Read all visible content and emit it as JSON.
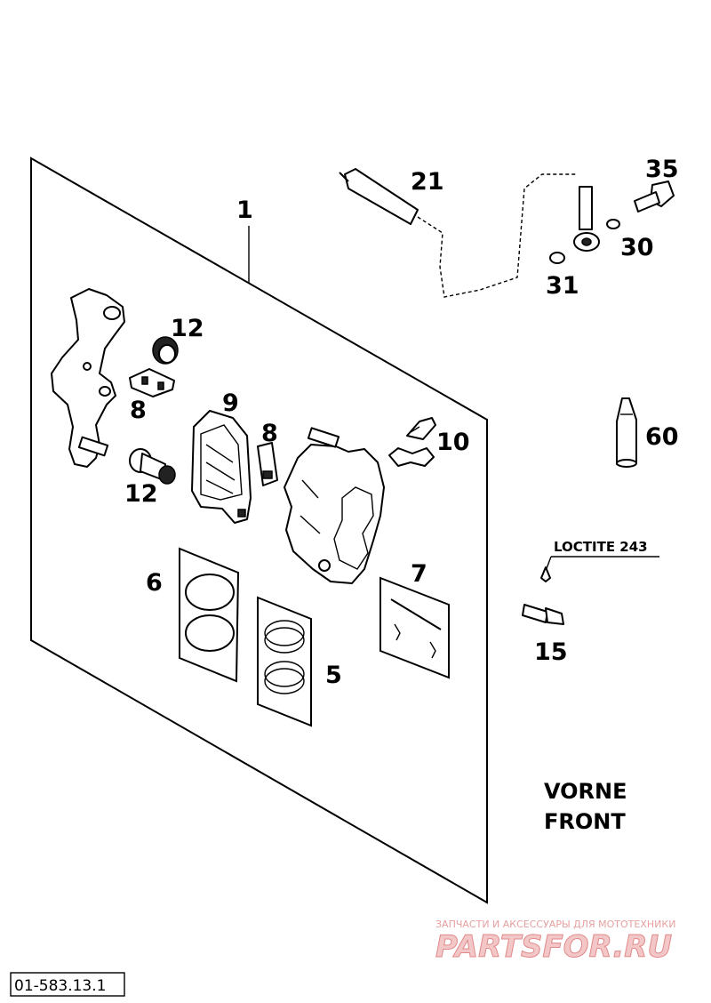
{
  "diagram": {
    "callouts": {
      "main_assembly": "1",
      "brake_line": "21",
      "banjo_bolt": "35",
      "washer_30": "30",
      "washer_31": "31",
      "bushing_upper": "12",
      "pin_clip_upper": "8",
      "brake_pads": "9",
      "pin_clip_lower": "8",
      "bleeder": "10",
      "bushing_lower": "12",
      "pistons": "6",
      "seals": "5",
      "pin_kit": "7",
      "loctite_bottle": "60",
      "screw": "15"
    },
    "loctite_label": "LOCTITE 243",
    "direction_line1": "VORNE",
    "direction_line2": "FRONT",
    "reference_number": "01-583.13.1"
  },
  "watermark": {
    "top_text": "ЗАПЧАСТИ И АКСЕССУАРЫ ДЛЯ МОТОТЕХНИКИ",
    "logo_text": "PARTSFOR.RU",
    "color": "#e08a8a"
  }
}
